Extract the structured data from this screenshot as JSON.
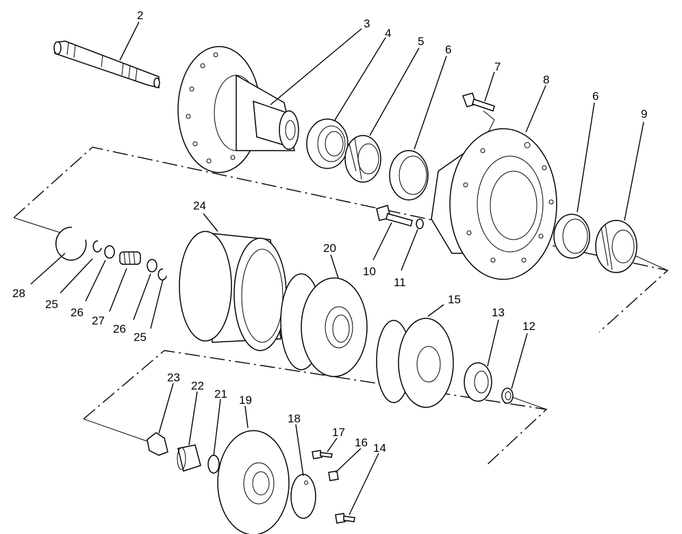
{
  "labels": [
    "2",
    "3",
    "4",
    "5",
    "6",
    "7",
    "8",
    "6",
    "9",
    "24",
    "20",
    "15",
    "10",
    "11",
    "13",
    "12",
    "28",
    "25",
    "26",
    "27",
    "26",
    "25",
    "23",
    "22",
    "21",
    "19",
    "18",
    "17",
    "16",
    "14"
  ],
  "style": {
    "ink": "#000000",
    "paper": "#ffffff"
  }
}
